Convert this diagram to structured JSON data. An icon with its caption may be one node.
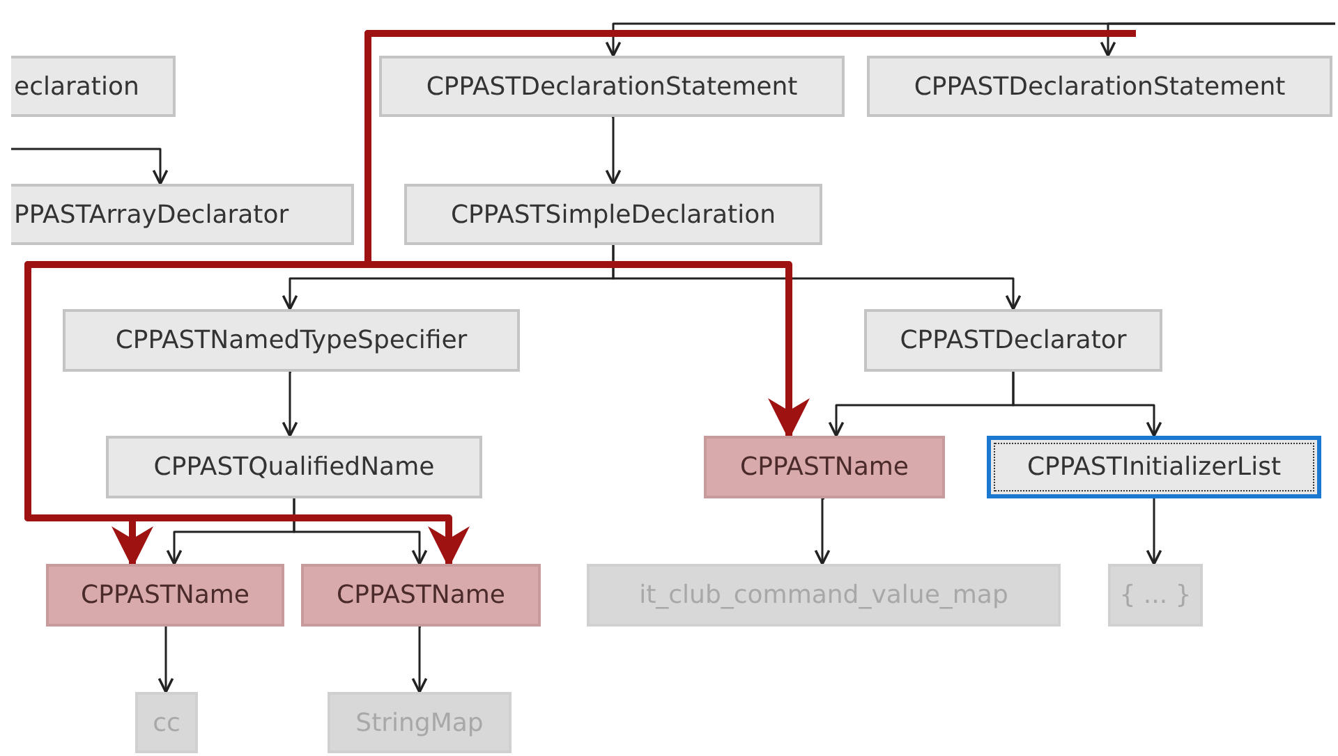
{
  "diagram": {
    "nodes": [
      {
        "text": [
          "eclaration"
        ]
      },
      {
        "text": [
          "CPPASTDeclarationStatement"
        ]
      },
      {
        "text": [
          "CPPASTDeclarationStatement"
        ]
      },
      {
        "text": [
          "PPASTArrayDeclarator"
        ]
      },
      {
        "text": [
          "CPPASTSimpleDeclaration"
        ]
      },
      {
        "text": [
          "CPPASTNamedTypeSpecifier"
        ]
      },
      {
        "text": [
          "CPPASTDeclarator"
        ]
      },
      {
        "text": [
          "CPPASTQualifiedName"
        ]
      },
      {
        "text": [
          "CPPASTName"
        ]
      },
      {
        "text": [
          "CPPASTInitializerList"
        ]
      },
      {
        "text": [
          "CPPASTName"
        ]
      },
      {
        "text": [
          "CPPASTName"
        ]
      },
      {
        "text": [
          "it_club_command_value_map"
        ]
      },
      {
        "text": [
          "{ ... }"
        ]
      },
      {
        "text": [
          "cc"
        ]
      },
      {
        "text": [
          "StringMap"
        ]
      }
    ],
    "edges": [
      {
        "from": null,
        "to": 3,
        "arrow": "to"
      },
      {
        "from": null,
        "to": 1,
        "arrow": "to"
      },
      {
        "from": null,
        "to": 2,
        "arrow": "to"
      },
      {
        "from": 1,
        "to": 4,
        "arrow": "to"
      },
      {
        "from": 4,
        "to": 5,
        "arrow": "to"
      },
      {
        "from": 4,
        "to": 6,
        "arrow": "to"
      },
      {
        "from": 5,
        "to": 7,
        "arrow": "to"
      },
      {
        "from": 7,
        "to": 10,
        "arrow": "to"
      },
      {
        "from": 7,
        "to": 11,
        "arrow": "to"
      },
      {
        "from": 6,
        "to": 8,
        "arrow": "to"
      },
      {
        "from": 6,
        "to": 9,
        "arrow": "to"
      },
      {
        "from": 8,
        "to": 12,
        "arrow": "to"
      },
      {
        "from": 9,
        "to": 13,
        "arrow": "to"
      },
      {
        "from": 10,
        "to": 14,
        "arrow": "to"
      },
      {
        "from": 11,
        "to": 15,
        "arrow": "to"
      },
      {
        "from": null,
        "to": 10,
        "arrow": "to",
        "style": "thick",
        "color": "#9e1212"
      },
      {
        "from": null,
        "to": 11,
        "arrow": "to",
        "style": "thick",
        "color": "#9e1212"
      },
      {
        "from": null,
        "to": 8,
        "arrow": "to",
        "style": "thick",
        "color": "#9e1212"
      }
    ]
  }
}
